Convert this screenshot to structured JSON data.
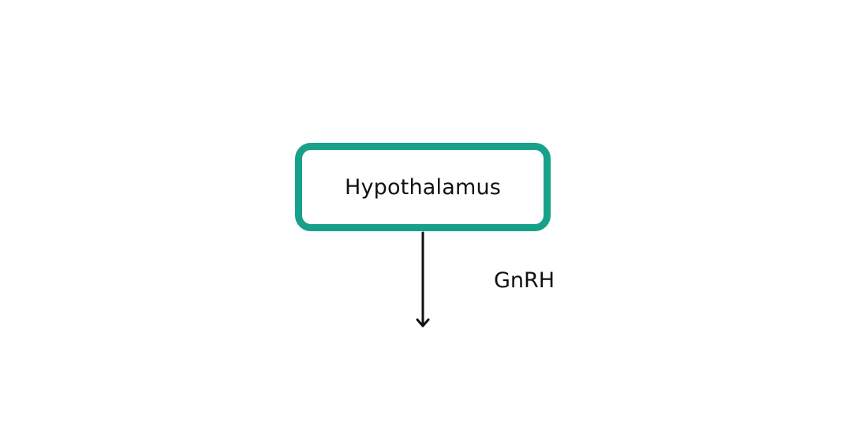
{
  "diagram": {
    "nodes": [
      {
        "id": "hypothalamus",
        "label": "Hypothalamus",
        "border_color": "#17a08a"
      }
    ],
    "edges": [
      {
        "from": "hypothalamus",
        "to": "",
        "label": "GnRH",
        "arrow_color": "#111111"
      }
    ]
  }
}
